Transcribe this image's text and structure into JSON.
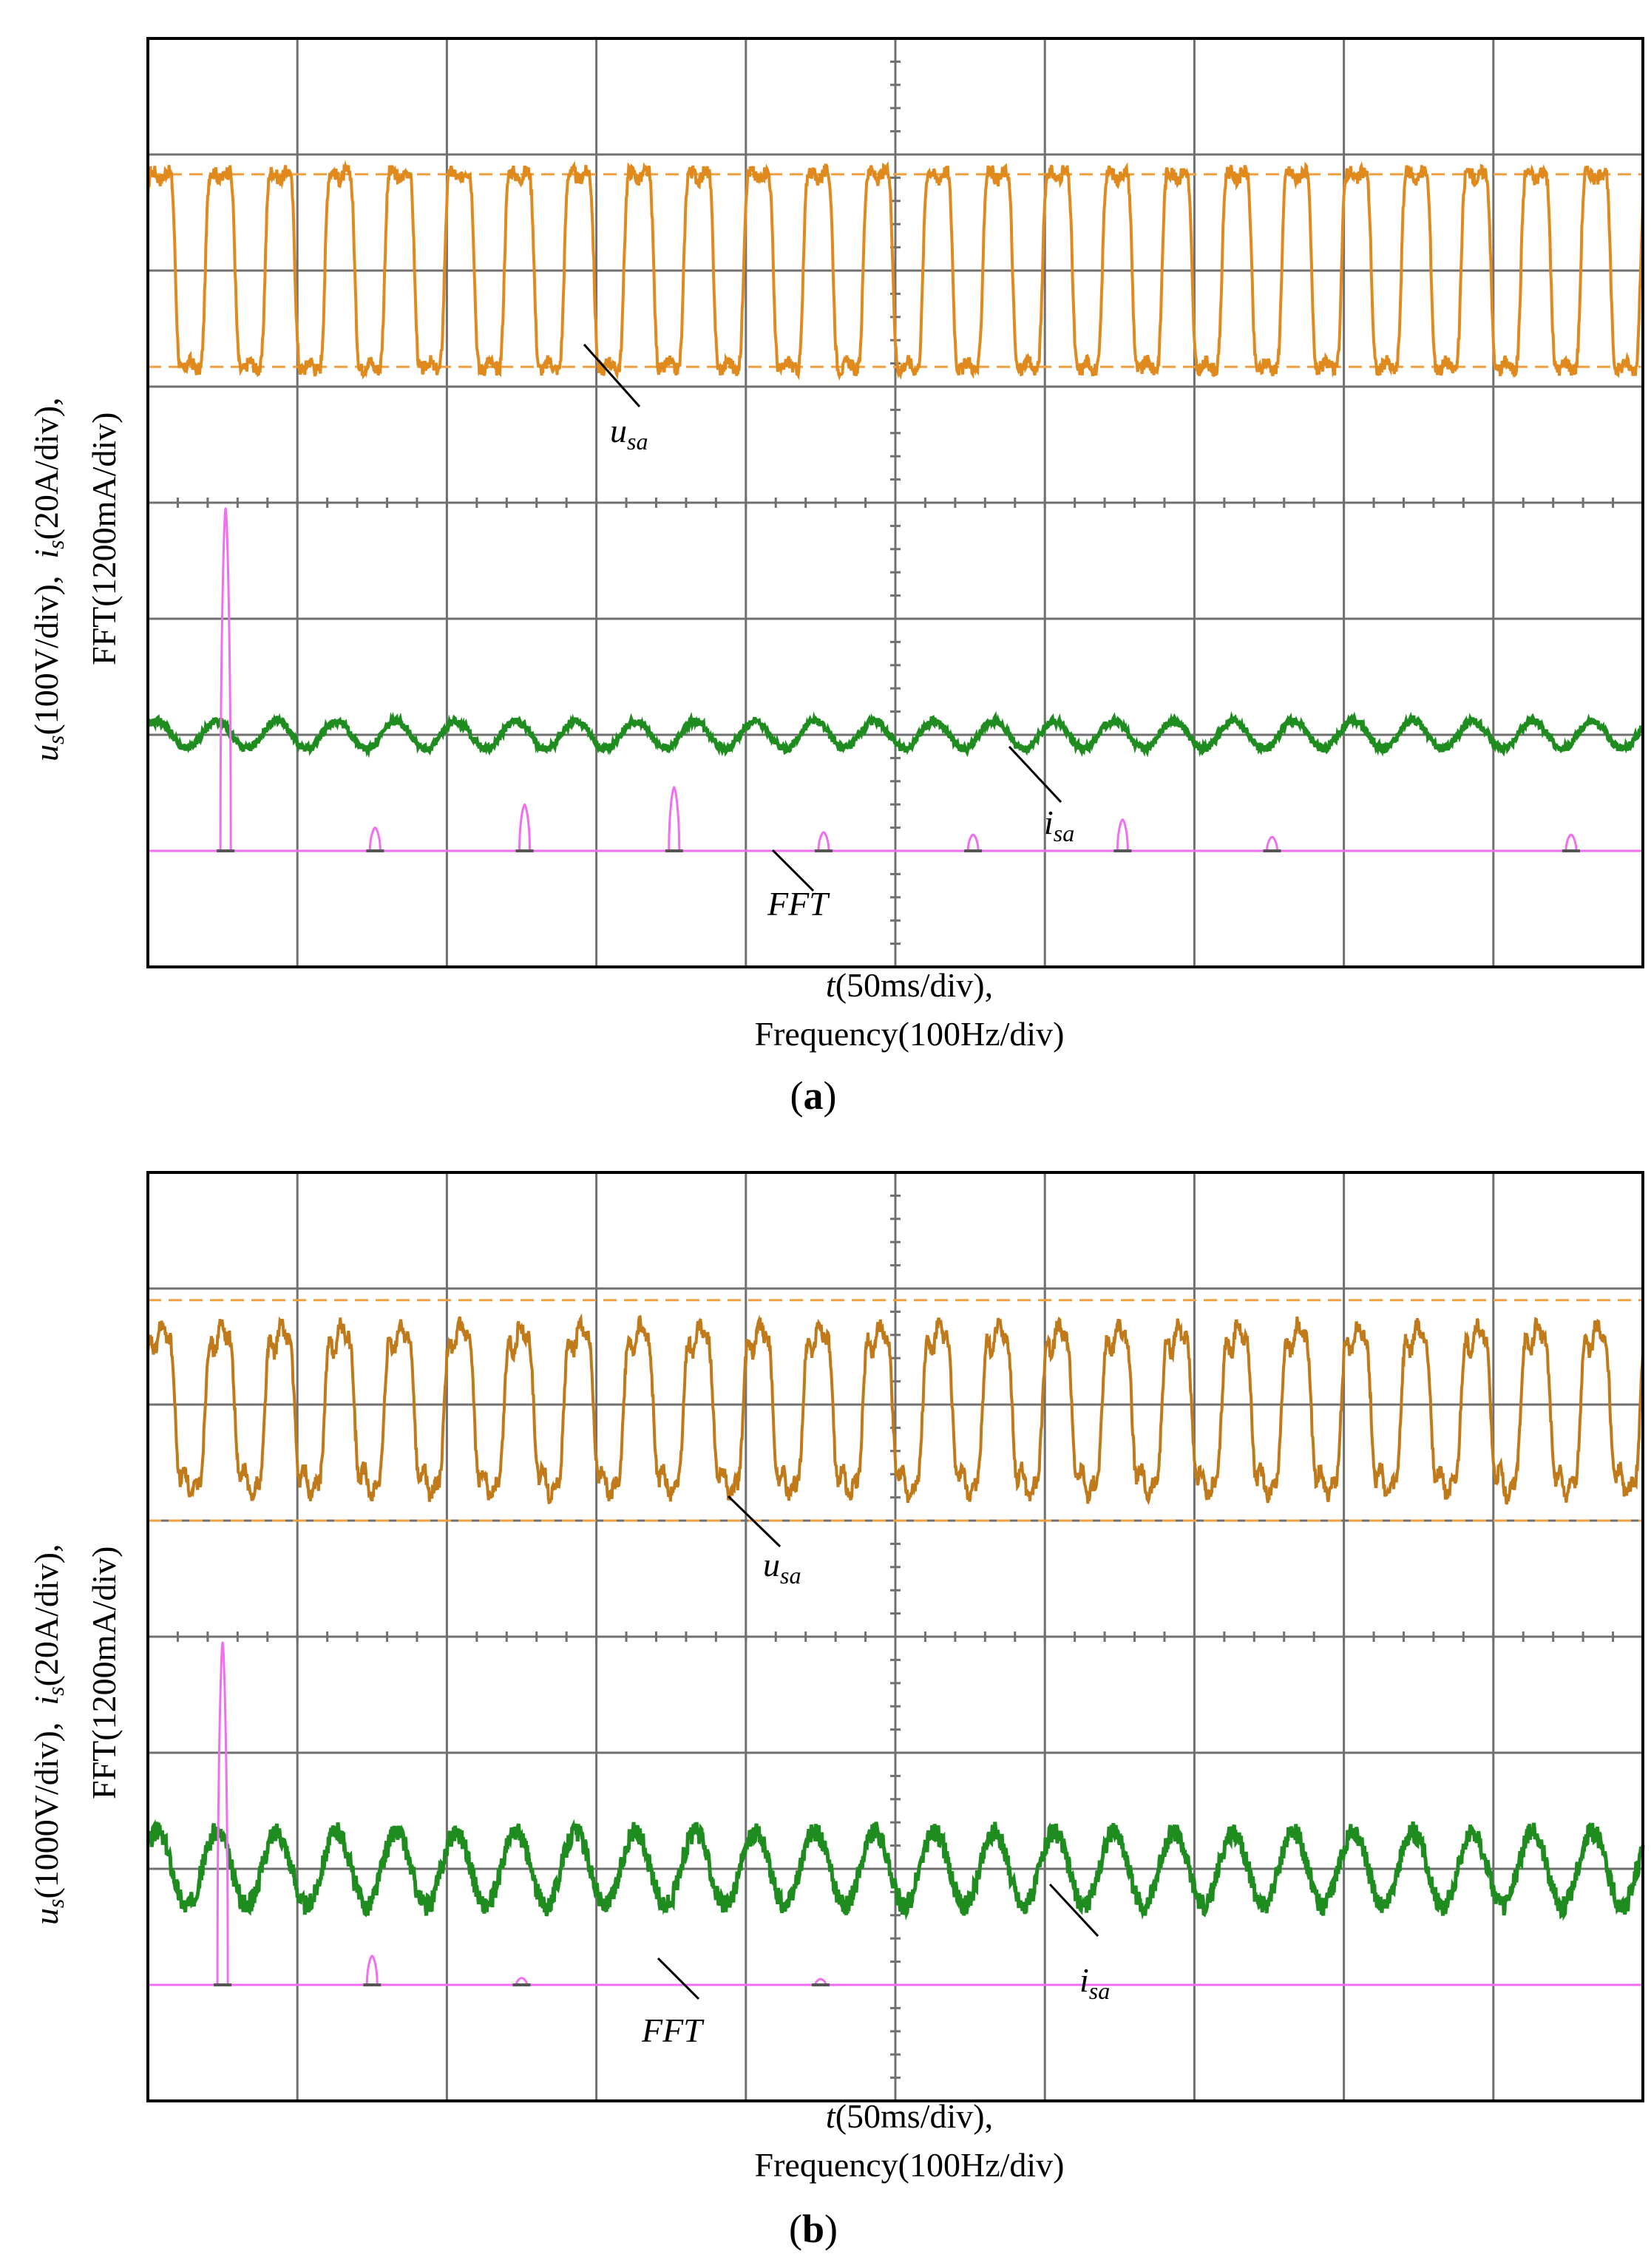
{
  "chart_data": [
    {
      "id": "a",
      "type": "line",
      "caption": "a",
      "ylabel_line1_unit_us": "(100V/div),",
      "ylabel_line1_unit_is": "(20A/div),",
      "ylabel_line2": "FFT(1200mA/div)",
      "xlabel_line1_unit": "(50ms/div),",
      "xlabel_line2": "Frequency(100Hz/div)",
      "grid": true,
      "grid_divisions": {
        "x": 10,
        "y": 8
      },
      "colors": {
        "voltage": "#e08a1e",
        "current": "#1f8c1f",
        "fft": "#f06ef0",
        "envelope": "#f0a040",
        "grid": "#707070"
      },
      "series": [
        {
          "name": "u_sa",
          "label_main": "u",
          "label_sub": "sa",
          "waveform": "square-like",
          "cycles": 25,
          "center_div": 6.0,
          "amplitude_div": 0.85
        },
        {
          "name": "i_sa",
          "label_main": "i",
          "label_sub": "sa",
          "waveform": "sine",
          "cycles": 25,
          "center_div": 2.0,
          "amplitude_div": 0.12
        },
        {
          "name": "FFT",
          "label_main": "FFT",
          "baseline_div": 1.0,
          "peaks": [
            {
              "x_div": 0.52,
              "height_div": 2.95
            },
            {
              "x_div": 1.52,
              "height_div": 0.2
            },
            {
              "x_div": 2.52,
              "height_div": 0.4
            },
            {
              "x_div": 3.52,
              "height_div": 0.55
            },
            {
              "x_div": 4.52,
              "height_div": 0.16
            },
            {
              "x_div": 5.52,
              "height_div": 0.14
            },
            {
              "x_div": 6.52,
              "height_div": 0.27
            },
            {
              "x_div": 7.52,
              "height_div": 0.12
            },
            {
              "x_div": 9.52,
              "height_div": 0.14
            }
          ]
        }
      ],
      "envelope_lines_div": [
        6.83,
        5.17
      ]
    },
    {
      "id": "b",
      "type": "line",
      "caption": "b",
      "ylabel_line1_unit_us": "(1000V/div),",
      "ylabel_line1_unit_is": "(20A/div),",
      "ylabel_line2": "FFT(1200mA/div)",
      "xlabel_line1_unit": "(50ms/div),",
      "xlabel_line2": "Frequency(100Hz/div)",
      "grid": true,
      "grid_divisions": {
        "x": 10,
        "y": 8
      },
      "colors": {
        "voltage": "#c07a1a",
        "current": "#1f8c1f",
        "fft": "#f06ef0",
        "envelope": "#f0a040",
        "grid": "#707070"
      },
      "series": [
        {
          "name": "u_sa",
          "label_main": "u",
          "label_sub": "sa",
          "waveform": "distorted-sine",
          "cycles": 25,
          "center_div": 5.95,
          "amplitude_div": 0.95
        },
        {
          "name": "i_sa",
          "label_main": "i",
          "label_sub": "sa",
          "waveform": "sine",
          "cycles": 25,
          "center_div": 2.0,
          "amplitude_div": 0.32
        },
        {
          "name": "FFT",
          "label_main": "FFT",
          "baseline_div": 1.0,
          "peaks": [
            {
              "x_div": 0.5,
              "height_div": 2.95
            },
            {
              "x_div": 1.5,
              "height_div": 0.25
            },
            {
              "x_div": 2.5,
              "height_div": 0.06
            },
            {
              "x_div": 4.5,
              "height_div": 0.05
            }
          ]
        }
      ],
      "envelope_lines_div": [
        6.9,
        5.0
      ]
    }
  ],
  "xlabel_symbol": "t",
  "ylabel_symbol_u": "u",
  "ylabel_symbol_i": "i",
  "ylabel_sub": "s"
}
